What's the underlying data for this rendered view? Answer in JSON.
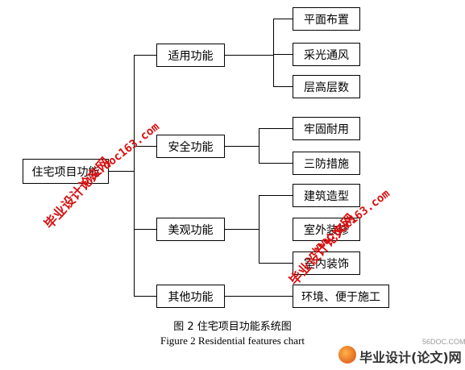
{
  "diagram": {
    "root": "住宅项目功能",
    "branches": [
      {
        "label": "适用功能",
        "leaves": [
          "平面布置",
          "采光通风",
          "层高层数"
        ]
      },
      {
        "label": "安全功能",
        "leaves": [
          "牢固耐用",
          "三防措施"
        ]
      },
      {
        "label": "美观功能",
        "leaves": [
          "建筑造型",
          "室外装修",
          "室内装饰"
        ]
      },
      {
        "label": "其他功能",
        "leaves": [
          "环境、便于施工"
        ]
      }
    ]
  },
  "caption": {
    "zh": "图 2 住宅项目功能系统图",
    "en": "Figure 2 Residential features chart"
  },
  "watermarks": {
    "site_zh": "毕业设计论文网",
    "site_url": "www.doc163.com",
    "brand": "毕业设计(论文)网",
    "brand_site": "56DOC.COM"
  },
  "colors": {
    "watermark": "#d81010",
    "lines": "#000000"
  }
}
